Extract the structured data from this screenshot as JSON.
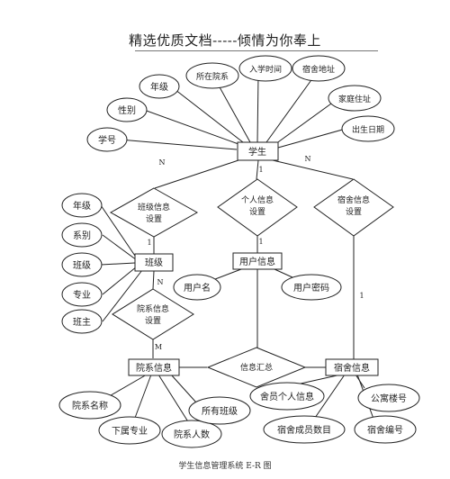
{
  "header": "精选优质文档-----倾情为你奉上",
  "caption": "学生信息管理系统 E-R 图",
  "entities": {
    "student": "学生",
    "class": "班级",
    "user_info": "用户信息",
    "department_info": "院系信息",
    "dorm_info": "宿舍信息"
  },
  "relationships": {
    "class_setting": [
      "班级信息",
      "设置"
    ],
    "personal_setting": [
      "个人信息",
      "设置"
    ],
    "dorm_setting": [
      "宿舍信息",
      "设置"
    ],
    "dept_setting": [
      "院系信息",
      "设置"
    ],
    "info_summary": "信息汇总"
  },
  "attributes": {
    "student": [
      "学号",
      "性别",
      "年级",
      "所在院系",
      "入学时间",
      "宿舍地址",
      "家庭住址",
      "出生日期"
    ],
    "class": [
      "年级",
      "系别",
      "班级",
      "专业",
      "班主"
    ],
    "user_info": [
      "用户名",
      "用户密码"
    ],
    "department_info": [
      "院系名称",
      "下属专业",
      "院系人数",
      "所有班级"
    ],
    "dorm_info": [
      "舍员个人信息",
      "公寓楼号",
      "宿舍成员数目",
      "宿舍编号"
    ]
  },
  "cardinalities": {
    "student_class": "N",
    "student_user": "1",
    "student_dorm": "N",
    "class_rel": "1",
    "user_rel": "1",
    "dorm_rel": "1",
    "class_dept": "N",
    "dept_rel": "M"
  }
}
